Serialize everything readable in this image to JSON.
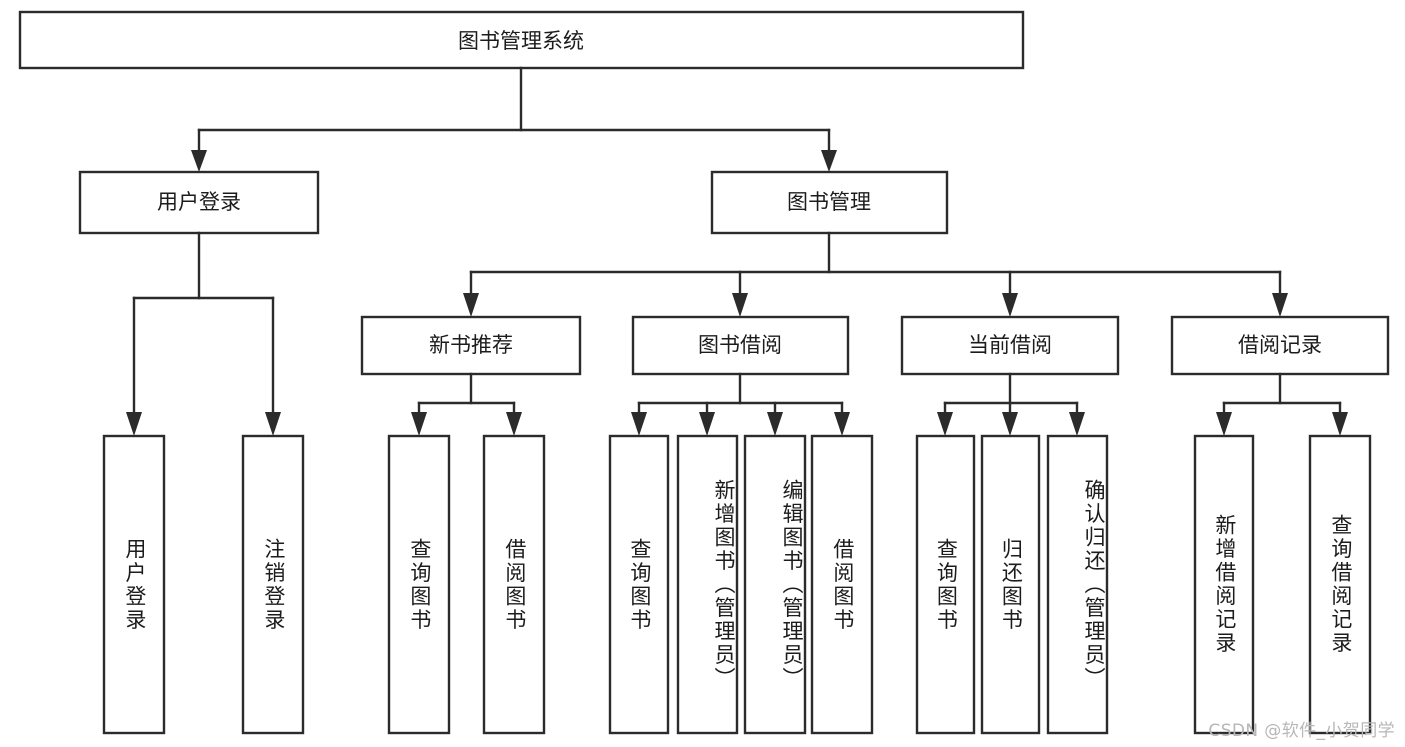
{
  "diagram": {
    "title": "图书管理系统",
    "watermark": "CSDN @软件_小贺同学",
    "colors": {
      "stroke": "#2b2b2b",
      "fill": "#ffffff",
      "text": "#1c1c1c",
      "watermark": "#b7b7b7"
    },
    "root": {
      "label": "图书管理系统"
    },
    "level1": [
      {
        "label": "用户登录"
      },
      {
        "label": "图书管理"
      }
    ],
    "level2": [
      {
        "label": "新书推荐"
      },
      {
        "label": "图书借阅"
      },
      {
        "label": "当前借阅"
      },
      {
        "label": "借阅记录"
      }
    ],
    "leaves": {
      "user_login": [
        {
          "label": "用户登录"
        },
        {
          "label": "注销登录"
        }
      ],
      "new_book_recommend": [
        {
          "label": "查询图书"
        },
        {
          "label": "借阅图书"
        }
      ],
      "book_borrow": [
        {
          "label": "查询图书"
        },
        {
          "label": "新增图书（管理员）"
        },
        {
          "label": "编辑图书（管理员）"
        },
        {
          "label": "借阅图书"
        }
      ],
      "current_borrow": [
        {
          "label": "查询图书"
        },
        {
          "label": "归还图书"
        },
        {
          "label": "确认归还（管理员）"
        }
      ],
      "borrow_record": [
        {
          "label": "新增借阅记录"
        },
        {
          "label": "查询借阅记录"
        }
      ]
    }
  }
}
